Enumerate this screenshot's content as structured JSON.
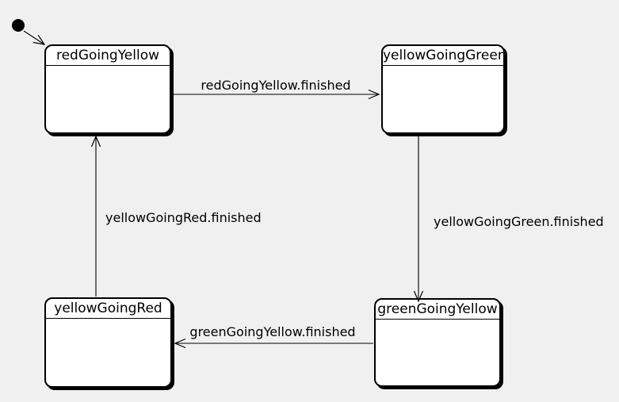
{
  "diagram": {
    "type": "uml-state-machine",
    "colors": {
      "background": "#f0f0f0",
      "state_fill": "#ffffff",
      "stroke": "#000000",
      "shadow": "#000000",
      "text": "#000000"
    },
    "initial_state": {
      "name": "initial",
      "shape": "filled-circle"
    },
    "states": {
      "redGoingYellow": {
        "label": "redGoingYellow"
      },
      "yellowGoingGreen": {
        "label": "yellowGoingGreen"
      },
      "greenGoingYellow": {
        "label": "greenGoingYellow"
      },
      "yellowGoingRed": {
        "label": "yellowGoingRed"
      }
    },
    "transitions": {
      "t0": {
        "from": "initial",
        "to": "redGoingYellow"
      },
      "t1": {
        "from": "redGoingYellow",
        "to": "yellowGoingGreen",
        "label": "redGoingYellow.finished"
      },
      "t2": {
        "from": "yellowGoingGreen",
        "to": "greenGoingYellow",
        "label": "yellowGoingGreen.finished"
      },
      "t3": {
        "from": "greenGoingYellow",
        "to": "yellowGoingRed",
        "label": "greenGoingYellow.finished"
      },
      "t4": {
        "from": "yellowGoingRed",
        "to": "redGoingYellow",
        "label": "yellowGoingRed.finished"
      }
    }
  }
}
